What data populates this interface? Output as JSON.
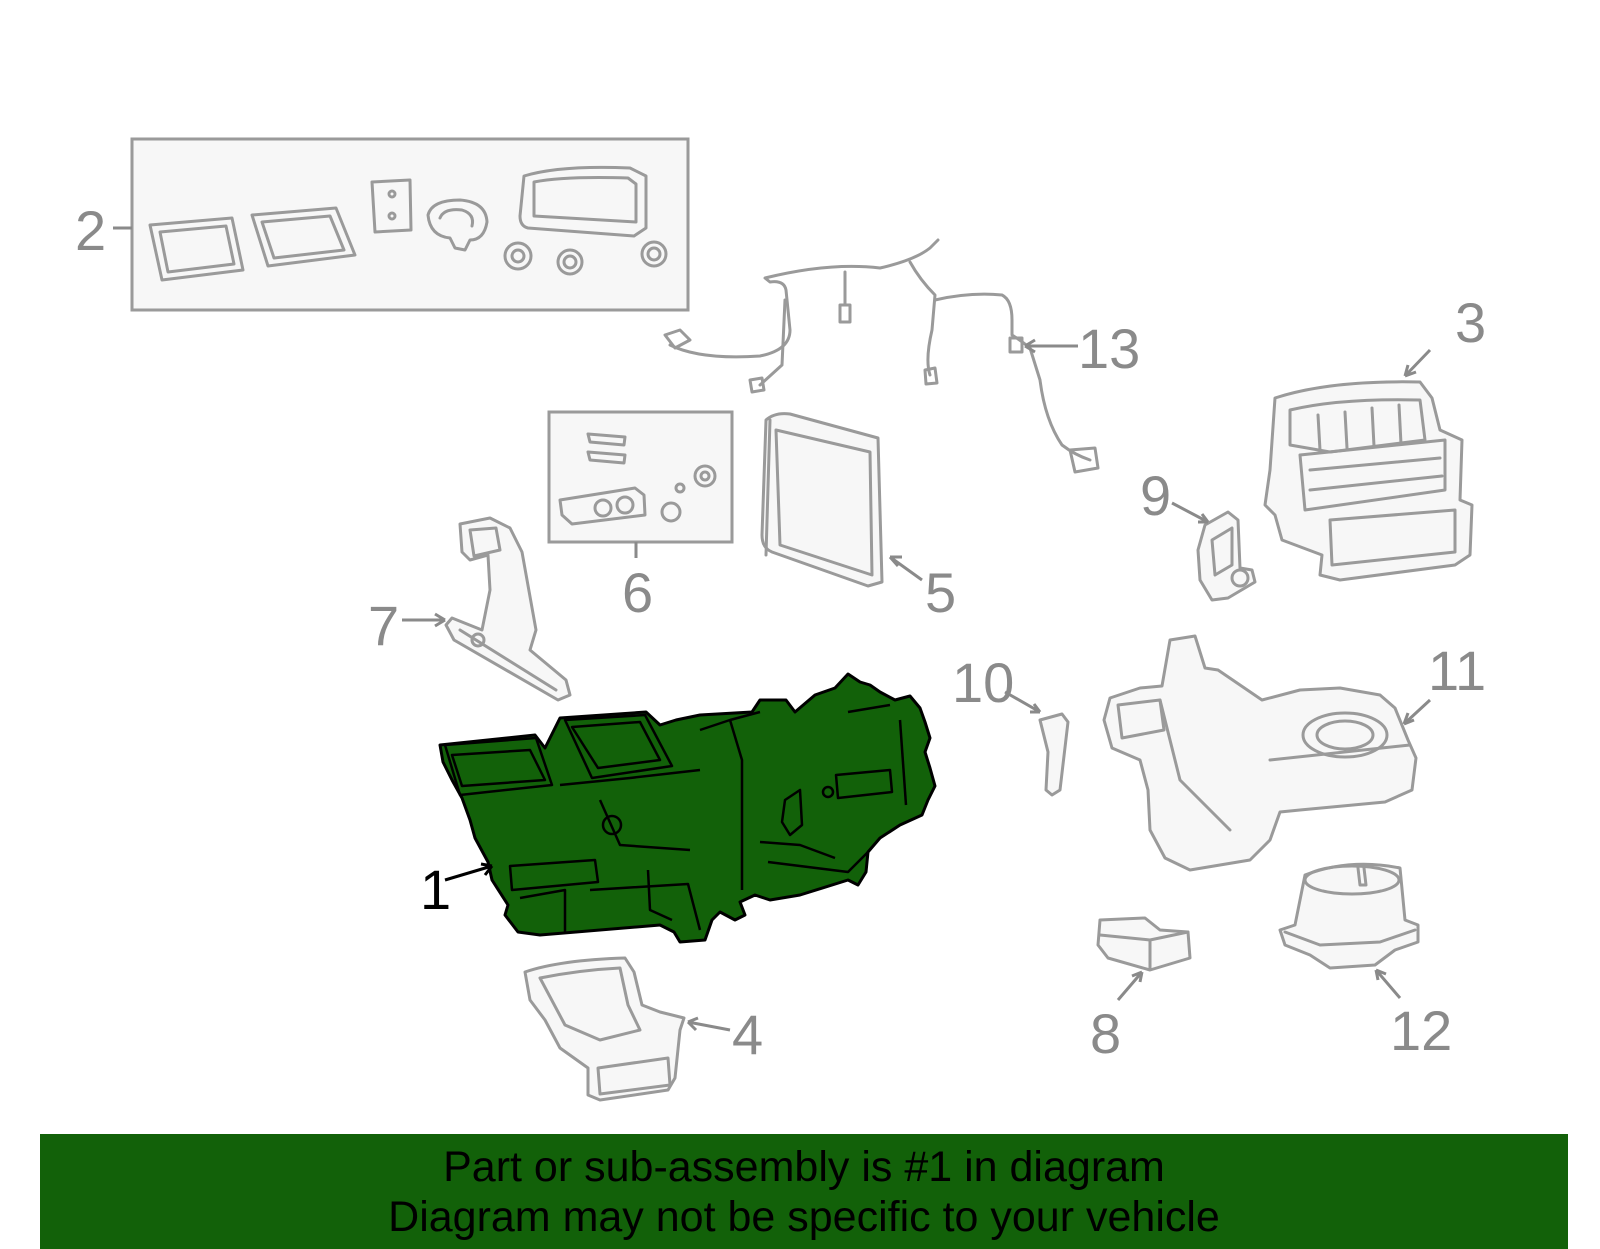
{
  "callouts": {
    "c1": "1",
    "c2": "2",
    "c3": "3",
    "c4": "4",
    "c5": "5",
    "c6": "6",
    "c7": "7",
    "c8": "8",
    "c9": "9",
    "c10": "10",
    "c11": "11",
    "c12": "12",
    "c13": "13"
  },
  "highlighted_part": "1",
  "colors": {
    "highlight": "#126109",
    "outline": "#9a9a9a",
    "banner": "#126109"
  },
  "banner": {
    "line1": "Part or sub-assembly is #1 in diagram",
    "line2": "Diagram may not be specific to your vehicle"
  }
}
